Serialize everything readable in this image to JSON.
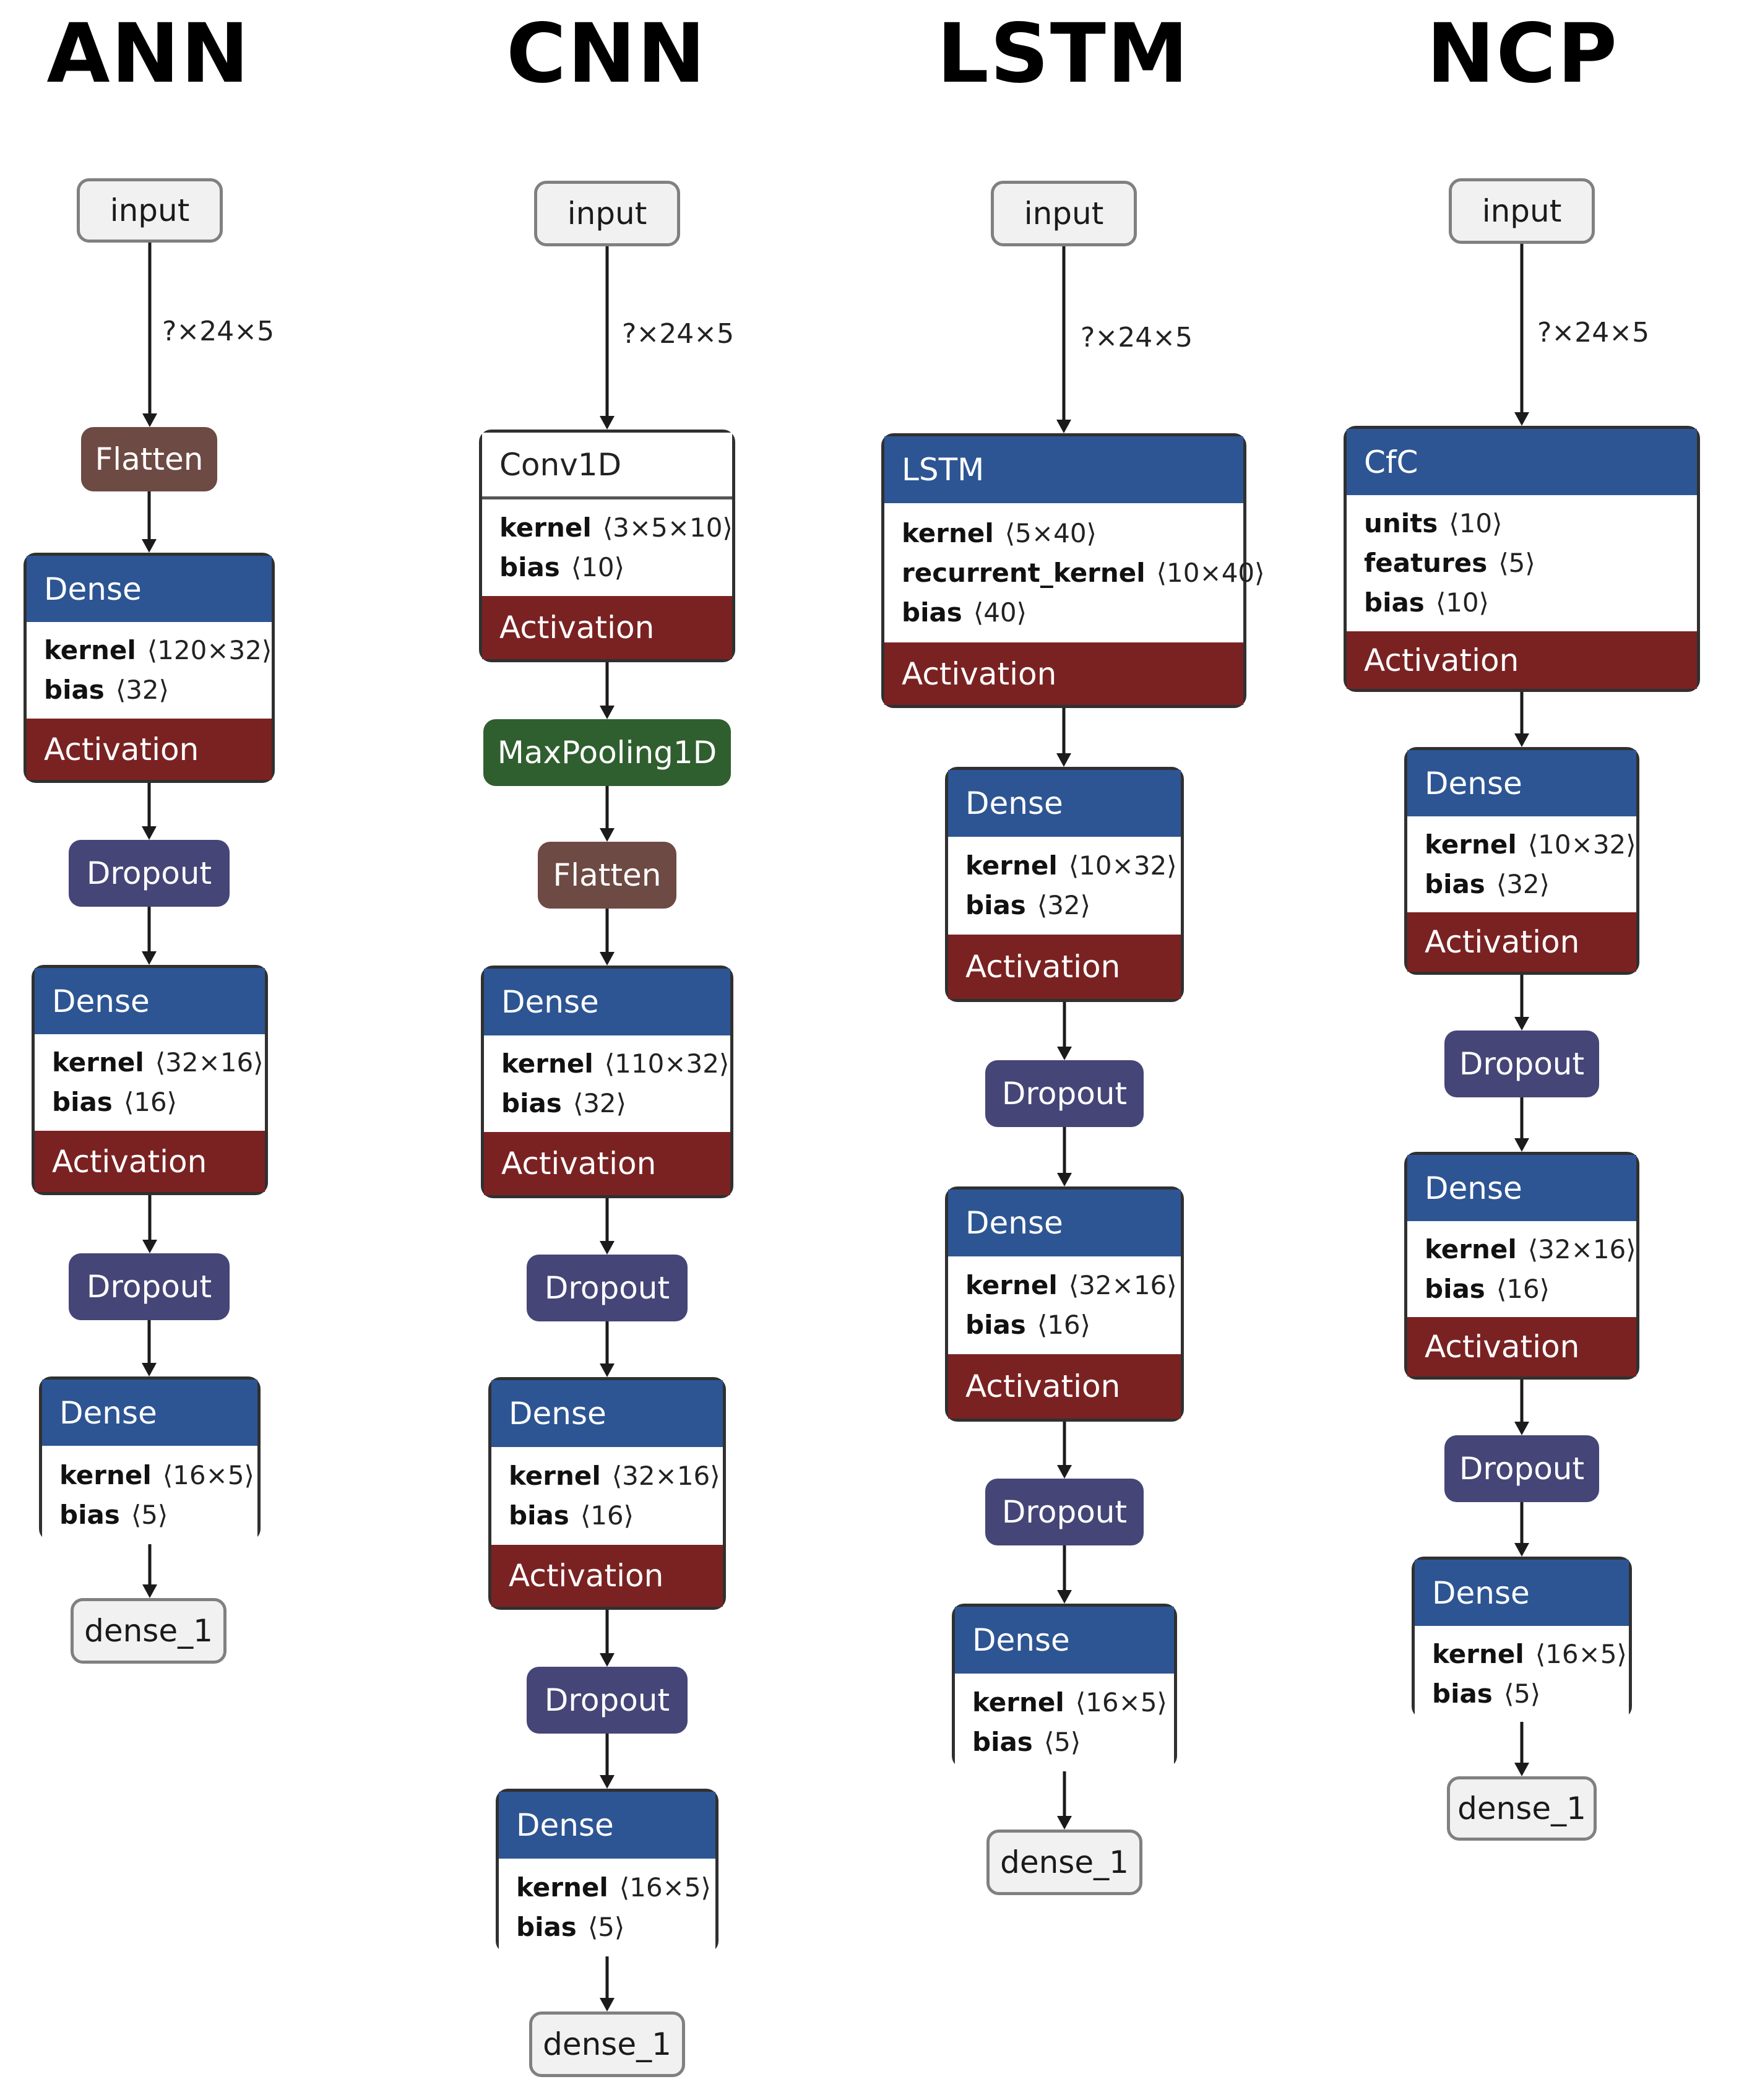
{
  "columns": [
    {
      "id": "ann",
      "title": "ANN",
      "edge_label": "?×24×5",
      "nodes": [
        {
          "type": "io",
          "label": "input"
        },
        {
          "type": "flatten",
          "label": "Flatten"
        },
        {
          "type": "layer",
          "label": "Dense",
          "params": [
            {
              "name": "kernel",
              "shape": "⟨120×32⟩"
            },
            {
              "name": "bias",
              "shape": "⟨32⟩"
            }
          ],
          "activation": "Activation"
        },
        {
          "type": "dropout",
          "label": "Dropout"
        },
        {
          "type": "layer",
          "label": "Dense",
          "params": [
            {
              "name": "kernel",
              "shape": "⟨32×16⟩"
            },
            {
              "name": "bias",
              "shape": "⟨16⟩"
            }
          ],
          "activation": "Activation"
        },
        {
          "type": "dropout",
          "label": "Dropout"
        },
        {
          "type": "layer",
          "label": "Dense",
          "params": [
            {
              "name": "kernel",
              "shape": "⟨16×5⟩"
            },
            {
              "name": "bias",
              "shape": "⟨5⟩"
            }
          ]
        },
        {
          "type": "io",
          "label": "dense_1"
        }
      ]
    },
    {
      "id": "cnn",
      "title": "CNN",
      "edge_label": "?×24×5",
      "nodes": [
        {
          "type": "io",
          "label": "input"
        },
        {
          "type": "layer",
          "label": "Conv1D",
          "header_style": "white",
          "params": [
            {
              "name": "kernel",
              "shape": "⟨3×5×10⟩"
            },
            {
              "name": "bias",
              "shape": "⟨10⟩"
            }
          ],
          "activation": "Activation"
        },
        {
          "type": "pool",
          "label": "MaxPooling1D"
        },
        {
          "type": "flatten",
          "label": "Flatten"
        },
        {
          "type": "layer",
          "label": "Dense",
          "params": [
            {
              "name": "kernel",
              "shape": "⟨110×32⟩"
            },
            {
              "name": "bias",
              "shape": "⟨32⟩"
            }
          ],
          "activation": "Activation"
        },
        {
          "type": "dropout",
          "label": "Dropout"
        },
        {
          "type": "layer",
          "label": "Dense",
          "params": [
            {
              "name": "kernel",
              "shape": "⟨32×16⟩"
            },
            {
              "name": "bias",
              "shape": "⟨16⟩"
            }
          ],
          "activation": "Activation"
        },
        {
          "type": "dropout",
          "label": "Dropout"
        },
        {
          "type": "layer",
          "label": "Dense",
          "params": [
            {
              "name": "kernel",
              "shape": "⟨16×5⟩"
            },
            {
              "name": "bias",
              "shape": "⟨5⟩"
            }
          ]
        },
        {
          "type": "io",
          "label": "dense_1"
        }
      ]
    },
    {
      "id": "lstm",
      "title": "LSTM",
      "edge_label": "?×24×5",
      "nodes": [
        {
          "type": "io",
          "label": "input"
        },
        {
          "type": "layer",
          "label": "LSTM",
          "params": [
            {
              "name": "kernel",
              "shape": "⟨5×40⟩"
            },
            {
              "name": "recurrent_kernel",
              "shape": "⟨10×40⟩"
            },
            {
              "name": "bias",
              "shape": "⟨40⟩"
            }
          ],
          "activation": "Activation"
        },
        {
          "type": "layer",
          "label": "Dense",
          "params": [
            {
              "name": "kernel",
              "shape": "⟨10×32⟩"
            },
            {
              "name": "bias",
              "shape": "⟨32⟩"
            }
          ],
          "activation": "Activation"
        },
        {
          "type": "dropout",
          "label": "Dropout"
        },
        {
          "type": "layer",
          "label": "Dense",
          "params": [
            {
              "name": "kernel",
              "shape": "⟨32×16⟩"
            },
            {
              "name": "bias",
              "shape": "⟨16⟩"
            }
          ],
          "activation": "Activation"
        },
        {
          "type": "dropout",
          "label": "Dropout"
        },
        {
          "type": "layer",
          "label": "Dense",
          "params": [
            {
              "name": "kernel",
              "shape": "⟨16×5⟩"
            },
            {
              "name": "bias",
              "shape": "⟨5⟩"
            }
          ]
        },
        {
          "type": "io",
          "label": "dense_1"
        }
      ]
    },
    {
      "id": "ncp",
      "title": "NCP",
      "edge_label": "?×24×5",
      "nodes": [
        {
          "type": "io",
          "label": "input"
        },
        {
          "type": "layer",
          "label": "CfC",
          "params": [
            {
              "name": "units",
              "shape": "⟨10⟩"
            },
            {
              "name": "features",
              "shape": "⟨5⟩"
            },
            {
              "name": "bias",
              "shape": "⟨10⟩"
            }
          ],
          "activation": "Activation"
        },
        {
          "type": "layer",
          "label": "Dense",
          "params": [
            {
              "name": "kernel",
              "shape": "⟨10×32⟩"
            },
            {
              "name": "bias",
              "shape": "⟨32⟩"
            }
          ],
          "activation": "Activation"
        },
        {
          "type": "dropout",
          "label": "Dropout"
        },
        {
          "type": "layer",
          "label": "Dense",
          "params": [
            {
              "name": "kernel",
              "shape": "⟨32×16⟩"
            },
            {
              "name": "bias",
              "shape": "⟨16⟩"
            }
          ],
          "activation": "Activation"
        },
        {
          "type": "dropout",
          "label": "Dropout"
        },
        {
          "type": "layer",
          "label": "Dense",
          "params": [
            {
              "name": "kernel",
              "shape": "⟨16×5⟩"
            },
            {
              "name": "bias",
              "shape": "⟨5⟩"
            }
          ]
        },
        {
          "type": "io",
          "label": "dense_1"
        }
      ]
    }
  ]
}
